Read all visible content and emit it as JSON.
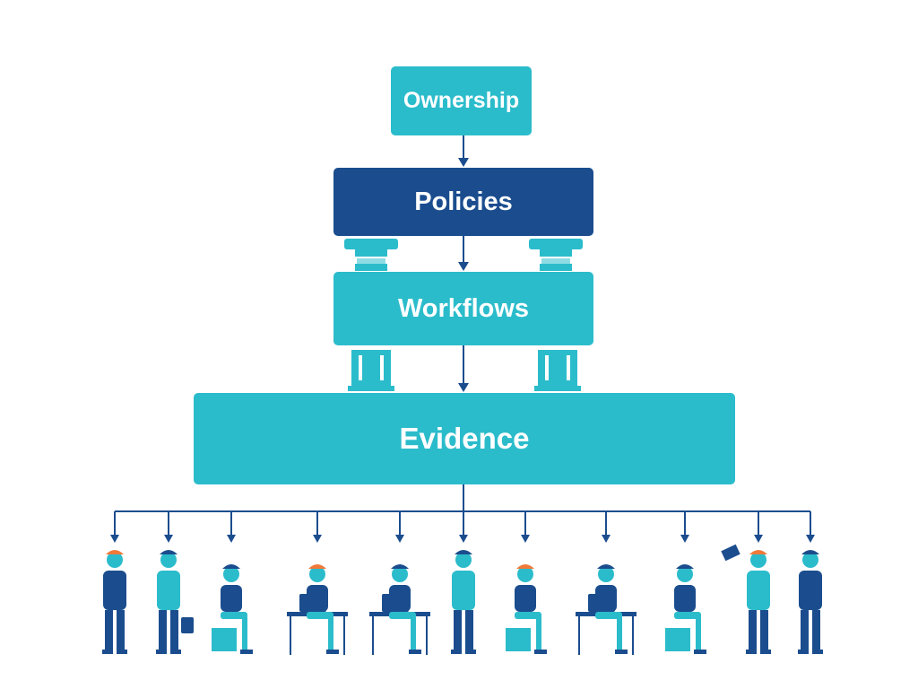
{
  "diagram": {
    "layers": [
      {
        "id": "ownership",
        "label": "Ownership"
      },
      {
        "id": "policies",
        "label": "Policies"
      },
      {
        "id": "workflows",
        "label": "Workflows"
      },
      {
        "id": "evidence",
        "label": "Evidence"
      }
    ]
  },
  "colors": {
    "teal": "#2bbccb",
    "navy": "#1b4d8e",
    "connector": "#1b4d8e",
    "orange": "#f07a3a"
  },
  "people": [
    {
      "role": "walking-professional"
    },
    {
      "role": "person-with-briefcase"
    },
    {
      "role": "person-seated-on-box-with-tablet"
    },
    {
      "role": "person-at-desk-with-laptop"
    },
    {
      "role": "person-at-desk-with-laptop"
    },
    {
      "role": "standing-person-with-tie"
    },
    {
      "role": "person-on-chair-with-tablet"
    },
    {
      "role": "person-at-desk-with-laptop"
    },
    {
      "role": "person-on-chair-with-document"
    },
    {
      "role": "person-holding-device"
    },
    {
      "role": "person-gesturing"
    }
  ]
}
